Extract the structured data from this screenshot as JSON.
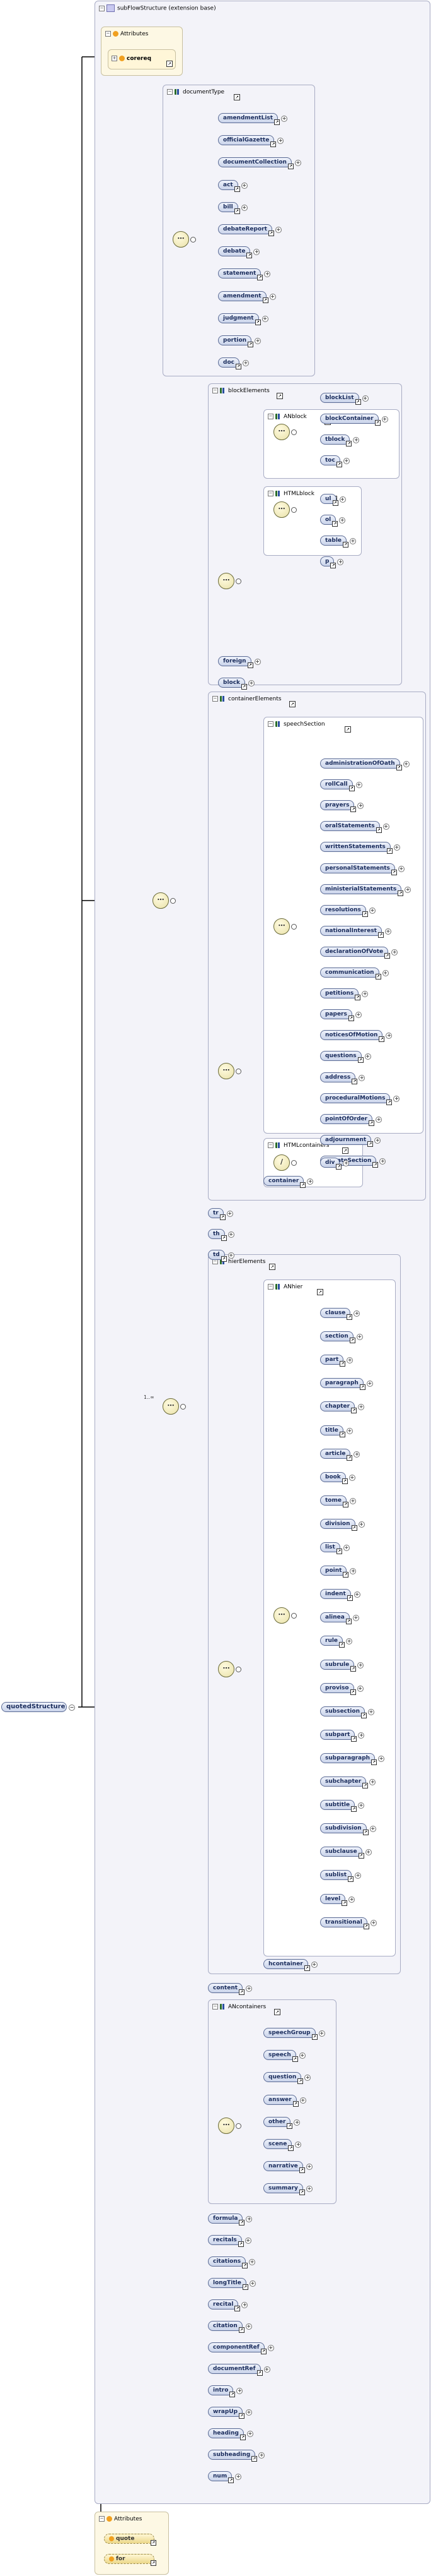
{
  "root": {
    "label": "quotedStructure"
  },
  "main_group": {
    "title": "subFlowStructure (extension base)"
  },
  "attributes_title": "Attributes",
  "top_attrs": [
    {
      "label": "corereq"
    }
  ],
  "bottom_attrs": [
    {
      "label": "quote"
    },
    {
      "label": "for"
    }
  ],
  "multiplicity": "1..∞",
  "documentType": {
    "title": "documentType",
    "items": [
      "amendmentList",
      "officialGazette",
      "documentCollection",
      "act",
      "bill",
      "debateReport",
      "debate",
      "statement",
      "amendment",
      "judgment",
      "portion",
      "doc"
    ]
  },
  "blockElements": {
    "title": "blockElements",
    "ANblock": {
      "title": "ANblock",
      "items": [
        "blockList",
        "blockContainer",
        "tblock",
        "toc"
      ]
    },
    "HTMLblock": {
      "title": "HTMLblock",
      "items": [
        "ul",
        "ol",
        "table",
        "p"
      ]
    },
    "items": [
      "foreign",
      "block"
    ]
  },
  "containerElements": {
    "title": "containerElements",
    "speechSection": {
      "title": "speechSection",
      "items": [
        "administrationOfOath",
        "rollCall",
        "prayers",
        "oralStatements",
        "writtenStatements",
        "personalStatements",
        "ministerialStatements",
        "resolutions",
        "nationalInterest",
        "declarationOfVote",
        "communication",
        "petitions",
        "papers",
        "noticesOfMotion",
        "questions",
        "address",
        "proceduralMotions",
        "pointOfOrder",
        "adjournment",
        "debateSection"
      ]
    },
    "HTMLcontainers": {
      "title": "HTMLcontainers",
      "items": [
        "div"
      ]
    },
    "items": [
      "container"
    ]
  },
  "mid_items": [
    "tr",
    "th",
    "td"
  ],
  "hierElements": {
    "title": "hierElements",
    "ANhier": {
      "title": "ANhier",
      "items": [
        "clause",
        "section",
        "part",
        "paragraph",
        "chapter",
        "title",
        "article",
        "book",
        "tome",
        "division",
        "list",
        "point",
        "indent",
        "alinea",
        "rule",
        "subrule",
        "proviso",
        "subsection",
        "subpart",
        "subparagraph",
        "subchapter",
        "subtitle",
        "subdivision",
        "subclause",
        "sublist",
        "level",
        "transitional"
      ]
    },
    "items": [
      "hcontainer"
    ]
  },
  "content_item": "content",
  "ANcontainers": {
    "title": "ANcontainers",
    "items": [
      "speechGroup",
      "speech",
      "question",
      "answer",
      "other",
      "scene",
      "narrative",
      "summary"
    ]
  },
  "tail_items": [
    "formula",
    "recitals",
    "citations",
    "longTitle",
    "recital",
    "citation",
    "componentRef",
    "documentRef",
    "intro",
    "wrapUp",
    "heading",
    "subheading",
    "num"
  ],
  "colors": {
    "element_border": "#5a6a94",
    "group_bg": "#f3f3f9",
    "attr_bg": "#fdf8e4",
    "line": "#000000"
  }
}
